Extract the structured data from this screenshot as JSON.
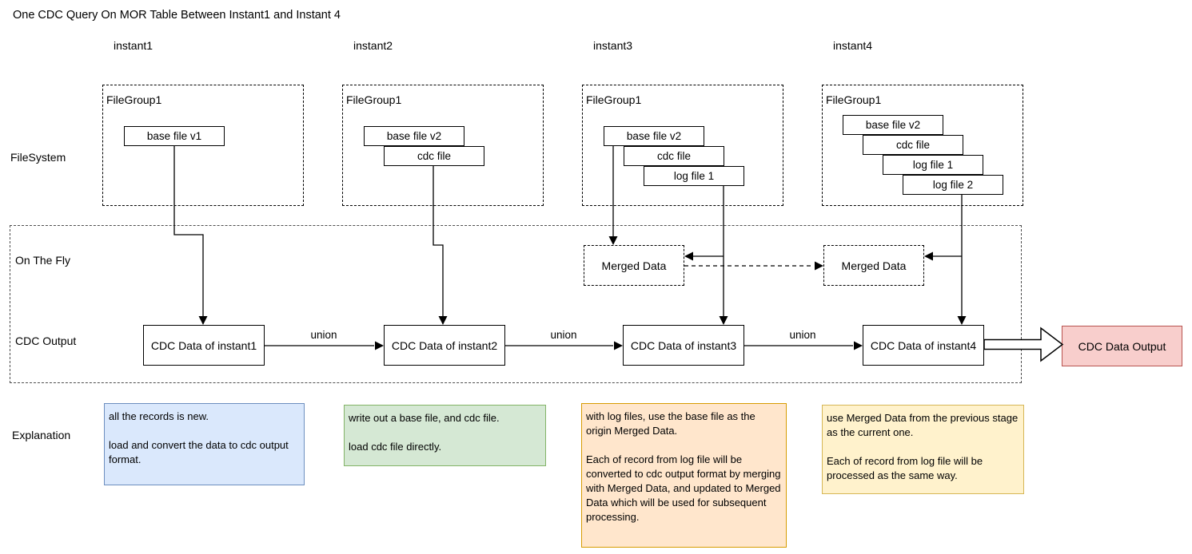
{
  "title": "One CDC Query On MOR Table Between Instant1 and Instant 4",
  "row_labels": {
    "filesystem": "FileSystem",
    "on_the_fly": "On The Fly",
    "cdc_output": "CDC Output",
    "explanation": "Explanation"
  },
  "union_label": "union",
  "output_box": "CDC Data Output",
  "columns": [
    {
      "label": "instant1",
      "filegroup": "FileGroup1",
      "files": [
        "base file v1"
      ],
      "cdc_box": "CDC Data of instant1",
      "explanation": "all the records is new.\n\nload and convert the data to cdc output format."
    },
    {
      "label": "instant2",
      "filegroup": "FileGroup1",
      "files": [
        "base file v2",
        "cdc file"
      ],
      "cdc_box": "CDC Data of instant2",
      "explanation": "write out a base file, and cdc file.\n\nload cdc file directly."
    },
    {
      "label": "instant3",
      "filegroup": "FileGroup1",
      "files": [
        "base file v2",
        "cdc file",
        "log file 1"
      ],
      "merged": "Merged Data",
      "cdc_box": "CDC Data of instant3",
      "explanation": "with log files, use the base file as the origin Merged Data.\n\nEach of record from log file will be converted to cdc output format by merging with Merged Data, and updated to Merged Data which will be used for subsequent processing."
    },
    {
      "label": "instant4",
      "filegroup": "FileGroup1",
      "files": [
        "base file v2",
        "cdc file",
        "log file 1",
        "log file 2"
      ],
      "merged": "Merged Data",
      "cdc_box": "CDC Data of instant4",
      "explanation": "use Merged Data from the previous stage as the current one.\n\nEach of record from log file will be processed as the same way."
    }
  ],
  "colors": {
    "explanation_instant1_fill": "#dae8fc",
    "explanation_instant1_border": "#6c8ebf",
    "explanation_instant2_fill": "#d5e8d4",
    "explanation_instant2_border": "#82b366",
    "explanation_instant3_fill": "#ffe6cc",
    "explanation_instant3_border": "#d79b00",
    "explanation_instant4_fill": "#fff2cc",
    "explanation_instant4_border": "#d6b656",
    "output_fill": "#f8cecc",
    "output_border": "#b85450",
    "line": "#000000"
  }
}
